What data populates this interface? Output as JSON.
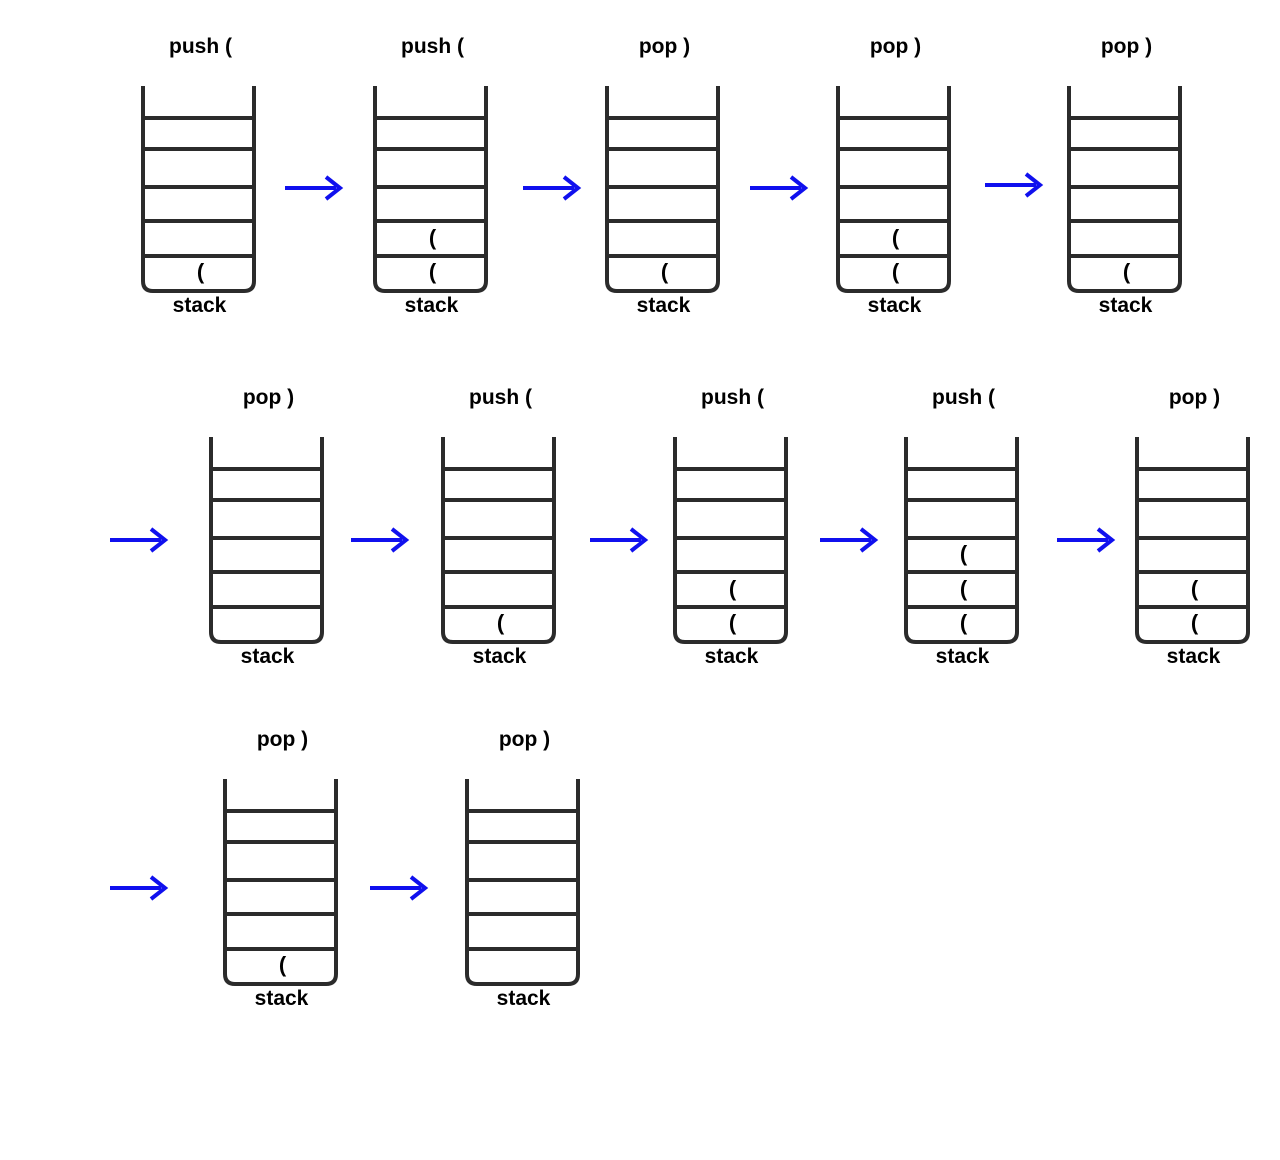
{
  "diagram": {
    "stack_label": "stack",
    "colors": {
      "arrow": "#1010ee",
      "stack_outline": "#2b2b2b",
      "text": "#000000"
    },
    "steps": [
      {
        "operation": "push (",
        "contents": [
          "("
        ]
      },
      {
        "operation": "push (",
        "contents": [
          "(",
          "("
        ]
      },
      {
        "operation": "pop )",
        "contents": [
          "("
        ]
      },
      {
        "operation": "pop )",
        "contents": [
          "(",
          "("
        ]
      },
      {
        "operation": "pop )",
        "contents": [
          "("
        ]
      },
      {
        "operation": "pop )",
        "contents": []
      },
      {
        "operation": "push (",
        "contents": [
          "("
        ]
      },
      {
        "operation": "push (",
        "contents": [
          "(",
          "("
        ]
      },
      {
        "operation": "push (",
        "contents": [
          "(",
          "(",
          "("
        ]
      },
      {
        "operation": "pop )",
        "contents": [
          "(",
          "("
        ]
      },
      {
        "operation": "pop )",
        "contents": [
          "("
        ]
      },
      {
        "operation": "pop )",
        "contents": []
      }
    ],
    "capacity": 6
  }
}
